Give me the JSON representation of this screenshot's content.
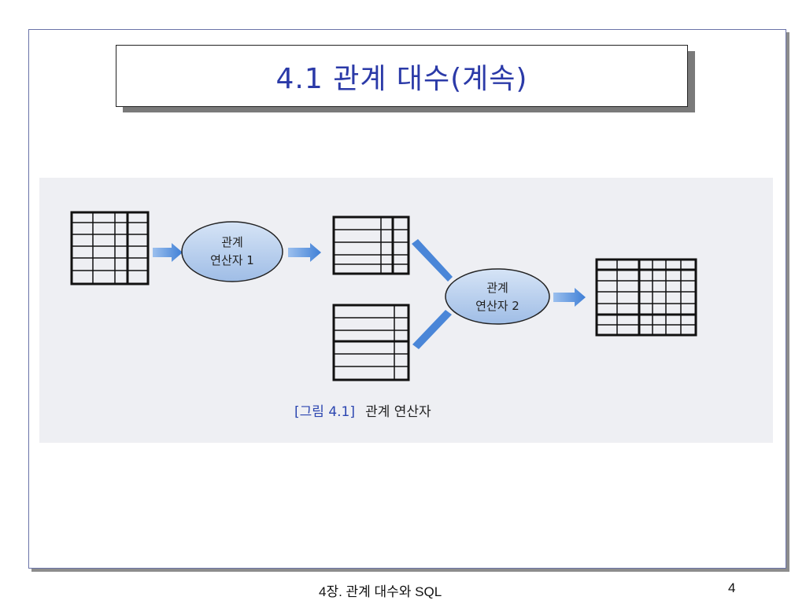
{
  "slide": {
    "title": "4.1 관계 대수(계속)",
    "footer": "4장. 관계 대수와 SQL",
    "page_number": "4"
  },
  "figure": {
    "operator1": {
      "line1": "관계",
      "line2": "연산자 1"
    },
    "operator2": {
      "line1": "관계",
      "line2": "연산자 2"
    },
    "caption_number": "[그림 4.1]",
    "caption_text": "관계 연산자"
  },
  "colors": {
    "title": "#2b3aa8",
    "caption_number": "#2c46b0",
    "arrow": "#4a86d8",
    "ellipse": "#b8d0ee",
    "frame_border": "#6a73a8"
  }
}
